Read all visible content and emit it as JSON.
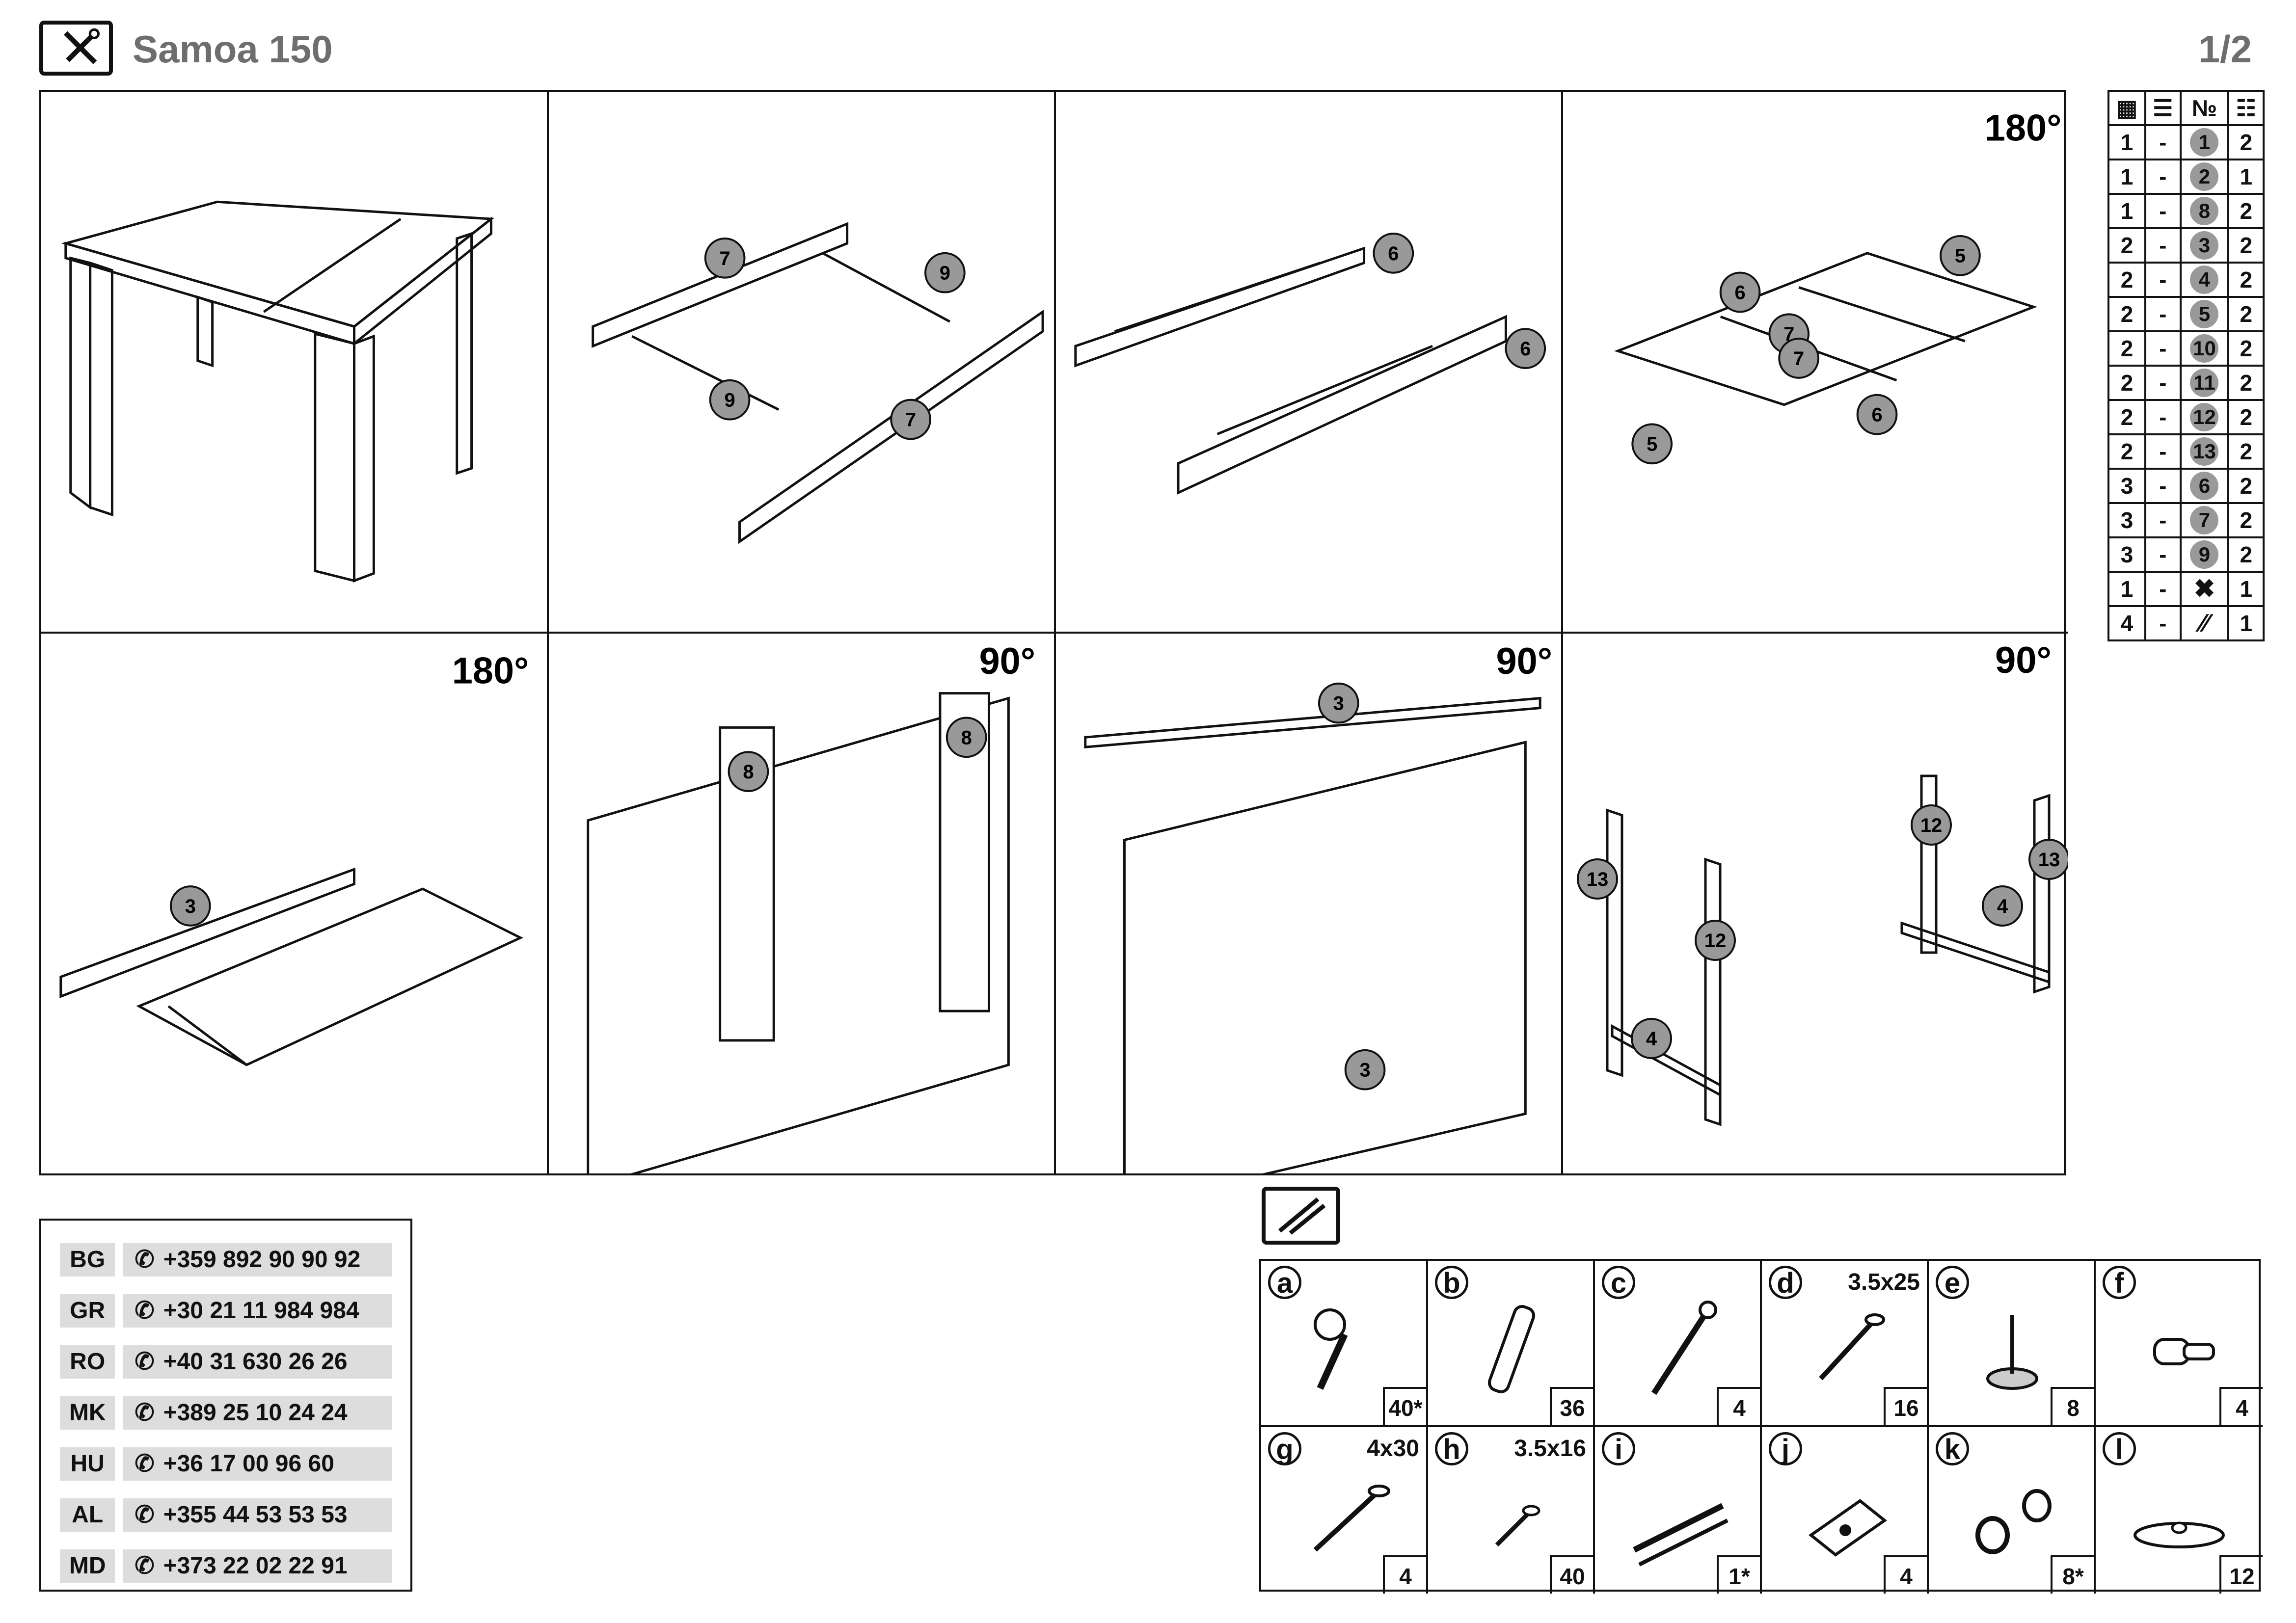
{
  "header": {
    "title": "Samoa 150",
    "page": "1/2"
  },
  "steps": [
    {
      "rotation": ""
    },
    {
      "rotation": ""
    },
    {
      "rotation": ""
    },
    {
      "rotation": "180°"
    },
    {
      "rotation": "180°"
    },
    {
      "rotation": "90°"
    },
    {
      "rotation": "90°"
    },
    {
      "rotation": "90°"
    }
  ],
  "parts_table": {
    "columns": [
      "box-icon",
      "stack-icon",
      "№",
      "count-icon"
    ],
    "col3_label": "№",
    "rows": [
      {
        "box": "1",
        "dash": "-",
        "part": "1",
        "qty": "2"
      },
      {
        "box": "1",
        "dash": "-",
        "part": "2",
        "qty": "1"
      },
      {
        "box": "1",
        "dash": "-",
        "part": "8",
        "qty": "2"
      },
      {
        "box": "2",
        "dash": "-",
        "part": "3",
        "qty": "2"
      },
      {
        "box": "2",
        "dash": "-",
        "part": "4",
        "qty": "2"
      },
      {
        "box": "2",
        "dash": "-",
        "part": "5",
        "qty": "2"
      },
      {
        "box": "2",
        "dash": "-",
        "part": "10",
        "qty": "2"
      },
      {
        "box": "2",
        "dash": "-",
        "part": "11",
        "qty": "2"
      },
      {
        "box": "2",
        "dash": "-",
        "part": "12",
        "qty": "2"
      },
      {
        "box": "2",
        "dash": "-",
        "part": "13",
        "qty": "2"
      },
      {
        "box": "3",
        "dash": "-",
        "part": "6",
        "qty": "2"
      },
      {
        "box": "3",
        "dash": "-",
        "part": "7",
        "qty": "2"
      },
      {
        "box": "3",
        "dash": "-",
        "part": "9",
        "qty": "2"
      },
      {
        "box": "1",
        "dash": "-",
        "part": "tools-icon",
        "qty": "1"
      },
      {
        "box": "4",
        "dash": "-",
        "part": "rails-icon",
        "qty": "1"
      }
    ]
  },
  "phones": [
    {
      "code": "BG",
      "number": "+359 892 90 90 92"
    },
    {
      "code": "GR",
      "number": "+30 21 11 984 984"
    },
    {
      "code": "RO",
      "number": "+40 31 630 26 26"
    },
    {
      "code": "MK",
      "number": "+389 25 10 24 24"
    },
    {
      "code": "HU",
      "number": "+36 17 00 96 60"
    },
    {
      "code": "AL",
      "number": "+355 44 53 53 53"
    },
    {
      "code": "MD",
      "number": "+373 22 02 22 91"
    }
  ],
  "hardware": [
    {
      "letter": "a",
      "size": "",
      "qty": "40*"
    },
    {
      "letter": "b",
      "size": "",
      "qty": "36"
    },
    {
      "letter": "c",
      "size": "",
      "qty": "4"
    },
    {
      "letter": "d",
      "size": "3.5x25",
      "qty": "16"
    },
    {
      "letter": "e",
      "size": "",
      "qty": "8"
    },
    {
      "letter": "f",
      "size": "",
      "qty": "4"
    },
    {
      "letter": "g",
      "size": "4x30",
      "qty": "4"
    },
    {
      "letter": "h",
      "size": "3.5x16",
      "qty": "40"
    },
    {
      "letter": "i",
      "size": "",
      "qty": "1*"
    },
    {
      "letter": "j",
      "size": "",
      "qty": "4"
    },
    {
      "letter": "k",
      "size": "",
      "qty": "8*"
    },
    {
      "letter": "l",
      "size": "",
      "qty": "12"
    }
  ]
}
